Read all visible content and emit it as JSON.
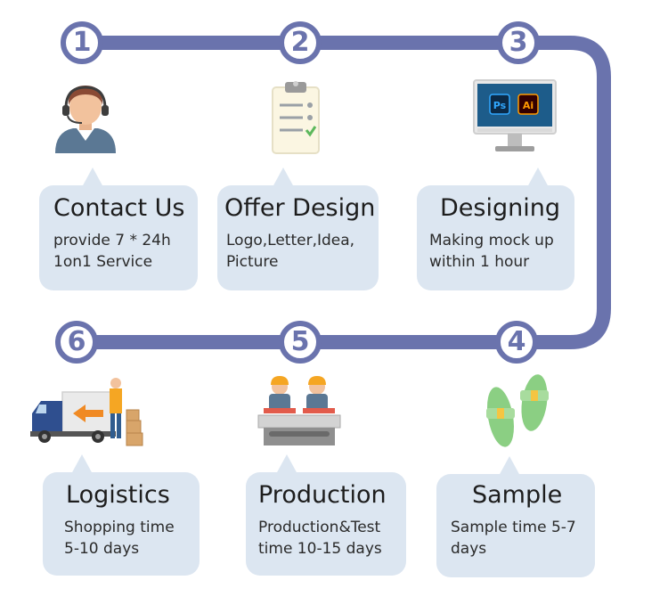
{
  "colors": {
    "track": "#6a73ad",
    "card": "#dce6f1"
  },
  "steps": [
    {
      "number": "1",
      "title": "Contact Us",
      "desc_lines": [
        "provide 7 * 24h",
        "1on1 Service"
      ],
      "icon": "customer-service-icon"
    },
    {
      "number": "2",
      "title": "Offer Design",
      "desc_lines": [
        "Logo,Letter,Idea,",
        "Picture"
      ],
      "icon": "clipboard-icon"
    },
    {
      "number": "3",
      "title": "Designing",
      "desc_lines": [
        "Making mock up",
        "within 1 hour"
      ],
      "icon": "design-monitor-icon"
    },
    {
      "number": "4",
      "title": "Sample",
      "desc_lines": [
        "Sample time 5-7",
        "days"
      ],
      "icon": "slippers-icon"
    },
    {
      "number": "5",
      "title": "Production",
      "desc_lines": [
        "Production&Test",
        "time 10-15 days"
      ],
      "icon": "factory-workers-icon"
    },
    {
      "number": "6",
      "title": "Logistics",
      "desc_lines": [
        "Shopping time",
        "5-10 days"
      ],
      "icon": "delivery-truck-icon"
    }
  ],
  "monitor_labels": {
    "ps": "Ps",
    "ai": "Ai"
  }
}
